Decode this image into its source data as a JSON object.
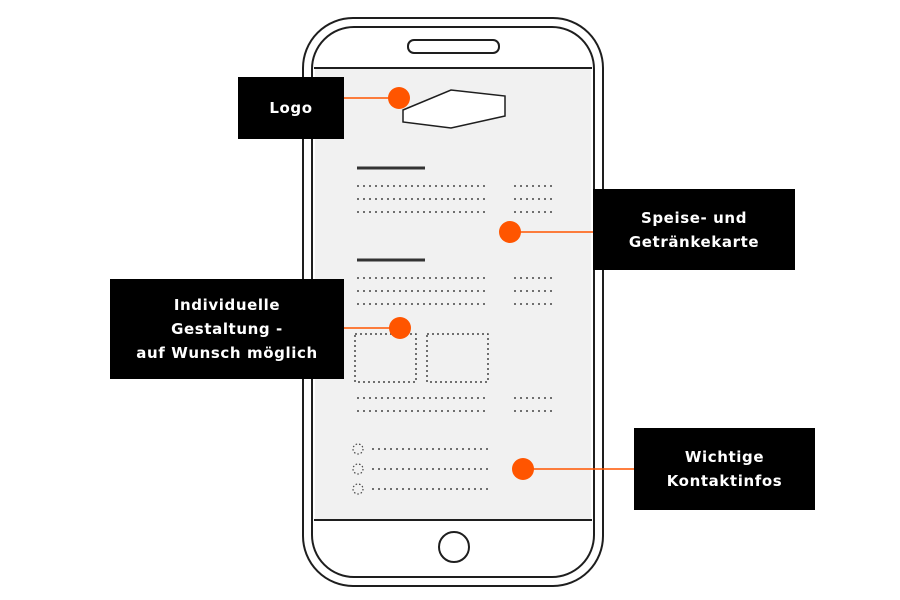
{
  "colors": {
    "accent": "#ff5500",
    "label_background": "#000000",
    "label_text": "#ffffff",
    "outline": "#1e1e1e"
  },
  "callouts": {
    "logo": {
      "lines": [
        "Logo"
      ]
    },
    "menu": {
      "lines": [
        "Speise- und",
        "Getränkekarte"
      ]
    },
    "custom": {
      "lines": [
        "Individuelle",
        "Gestaltung -",
        "auf Wunsch möglich"
      ]
    },
    "contact": {
      "lines": [
        "Wichtige",
        "Kontaktinfos"
      ]
    }
  }
}
